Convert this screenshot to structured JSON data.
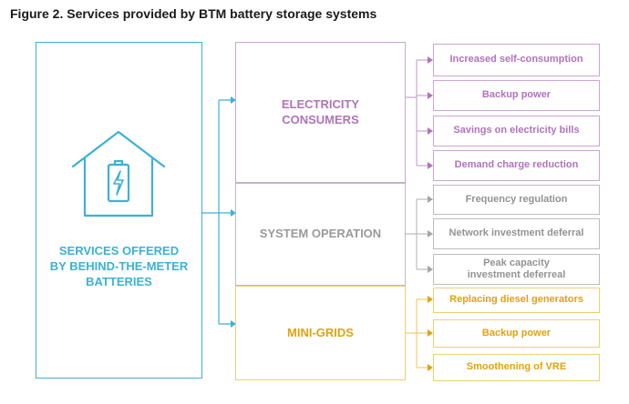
{
  "figure": {
    "title": "Figure 2. Services provided by BTM battery storage systems"
  },
  "left": {
    "label_lines": [
      "SERVICES OFFERED",
      "BY BEHIND-THE-METER",
      "BATTERIES"
    ]
  },
  "categories": [
    {
      "lines": [
        "ELECTRICITY",
        "CONSUMERS"
      ],
      "services": [
        [
          "Increased self-consumption"
        ],
        [
          "Backup power"
        ],
        [
          "Savings on electricity bills"
        ],
        [
          "Demand charge reduction"
        ]
      ]
    },
    {
      "lines": [
        "SYSTEM OPERATION"
      ],
      "services": [
        [
          "Frequency regulation"
        ],
        [
          "Network investment deferral"
        ],
        [
          "Peak capacity",
          "investment deferreal"
        ]
      ]
    },
    {
      "lines": [
        "MINI-GRIDS"
      ],
      "services": [
        [
          "Replacing diesel generators"
        ],
        [
          "Backup power"
        ],
        [
          "Smoothening of VRE"
        ]
      ]
    }
  ],
  "colors": {
    "blue": "#3bb1d7",
    "purple": "#b172bd",
    "gray": "#9a9a9a",
    "yellow": "#e2a20e"
  },
  "icons": {
    "left_icon": "house-battery-icon"
  }
}
